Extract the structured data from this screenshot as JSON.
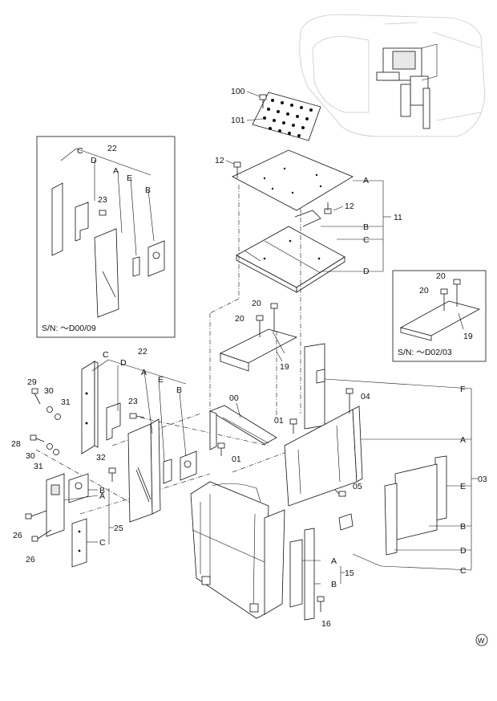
{
  "callouts": {
    "c100": "100",
    "c101": "101",
    "c12a": "12",
    "c12b": "12",
    "c11": "11",
    "c20a": "20",
    "c20b": "20",
    "c19": "19",
    "c00": "00",
    "c01a": "01",
    "c01b": "01",
    "c04": "04",
    "c05": "05",
    "c03": "03",
    "c15": "15",
    "c16": "16",
    "c22": "22",
    "c23": "23",
    "c29": "29",
    "c30a": "30",
    "c31a": "31",
    "c28": "28",
    "c30b": "30",
    "c31b": "31",
    "c32": "32",
    "c25": "25",
    "c26a": "26",
    "c26b": "26",
    "ins1_c22": "22",
    "ins1_c23": "23",
    "ins2_c20a": "20",
    "ins2_c20b": "20",
    "ins2_c19": "19"
  },
  "letters": {
    "A": "A",
    "B": "B",
    "C": "C",
    "D": "D",
    "E": "E",
    "F": "F"
  },
  "inset_left": {
    "serial": "S/N:   ～D00/09"
  },
  "inset_right": {
    "serial": "S/N:   ～D02/03"
  },
  "watermark": "W"
}
